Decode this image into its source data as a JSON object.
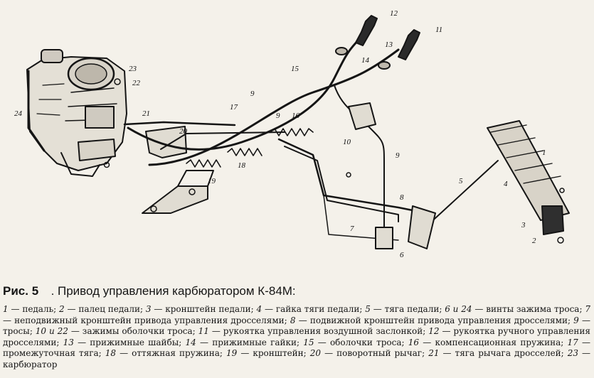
{
  "figure": {
    "number": "Рис. 5",
    "title": ". Привод управления карбюратором К-84М:",
    "callouts": [
      "1",
      "2",
      "3",
      "4",
      "5",
      "6",
      "7",
      "8",
      "9",
      "9",
      "9",
      "10",
      "11",
      "12",
      "13",
      "14",
      "15",
      "16",
      "17",
      "18",
      "19",
      "20",
      "21",
      "22",
      "23",
      "24"
    ]
  },
  "legend": [
    {
      "num": "1",
      "text": "— педаль;"
    },
    {
      "num": "2",
      "text": "— палец педали;"
    },
    {
      "num": "3",
      "text": "— кронштейн педали;"
    },
    {
      "num": "4",
      "text": "— гайка тяги педали;"
    },
    {
      "num": "5",
      "text": "— тяга педали;"
    },
    {
      "num": "6 и 24",
      "text": "— винты зажима троса;"
    },
    {
      "num": "7",
      "text": "— неподвижный кронштейн привода управления дросселями;"
    },
    {
      "num": "8",
      "text": "— подвижной кронштейн привода управления дросселями;"
    },
    {
      "num": "9",
      "text": "— тросы;"
    },
    {
      "num": "10 и 22",
      "text": "— зажимы оболочки троса;"
    },
    {
      "num": "11",
      "text": "— рукоятка управления воздушной заслонкой;"
    },
    {
      "num": "12",
      "text": "— рукоятка ручного управления дросселями;"
    },
    {
      "num": "13",
      "text": "— прижимные шайбы;"
    },
    {
      "num": "14",
      "text": "— прижимные гайки;"
    },
    {
      "num": "15",
      "text": "— оболочки троса;"
    },
    {
      "num": "16",
      "text": "— компенсационная пружина;"
    },
    {
      "num": "17",
      "text": "— промежуточная тяга;"
    },
    {
      "num": "18",
      "text": "— оттяжная пружина;"
    },
    {
      "num": "19",
      "text": "— кронштейн;"
    },
    {
      "num": "20",
      "text": "— поворотный рычаг;"
    },
    {
      "num": "21",
      "text": "— тяга рычага дросселей;"
    },
    {
      "num": "23",
      "text": "— карбюратор"
    }
  ],
  "colors": {
    "ink": "#151515",
    "paper": "#f4f1ea"
  }
}
